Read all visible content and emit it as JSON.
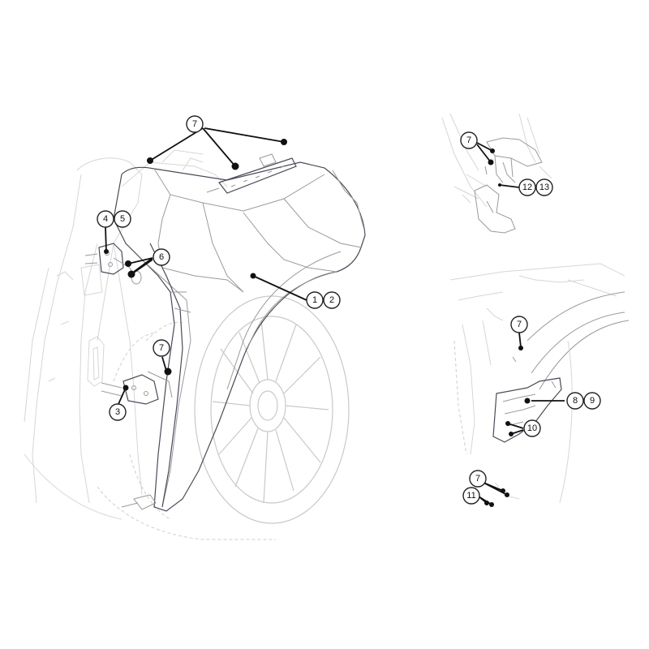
{
  "callouts": {
    "c7_top": "7",
    "c4": "4",
    "c5": "5",
    "c6": "6",
    "c1": "1",
    "c2": "2",
    "c7_mid": "7",
    "c3": "3",
    "c7_tr": "7",
    "c12": "12",
    "c13": "13",
    "c7_br_top": "7",
    "c8": "8",
    "c9": "9",
    "c10": "10",
    "c7_br_bot": "7",
    "c11": "11"
  }
}
